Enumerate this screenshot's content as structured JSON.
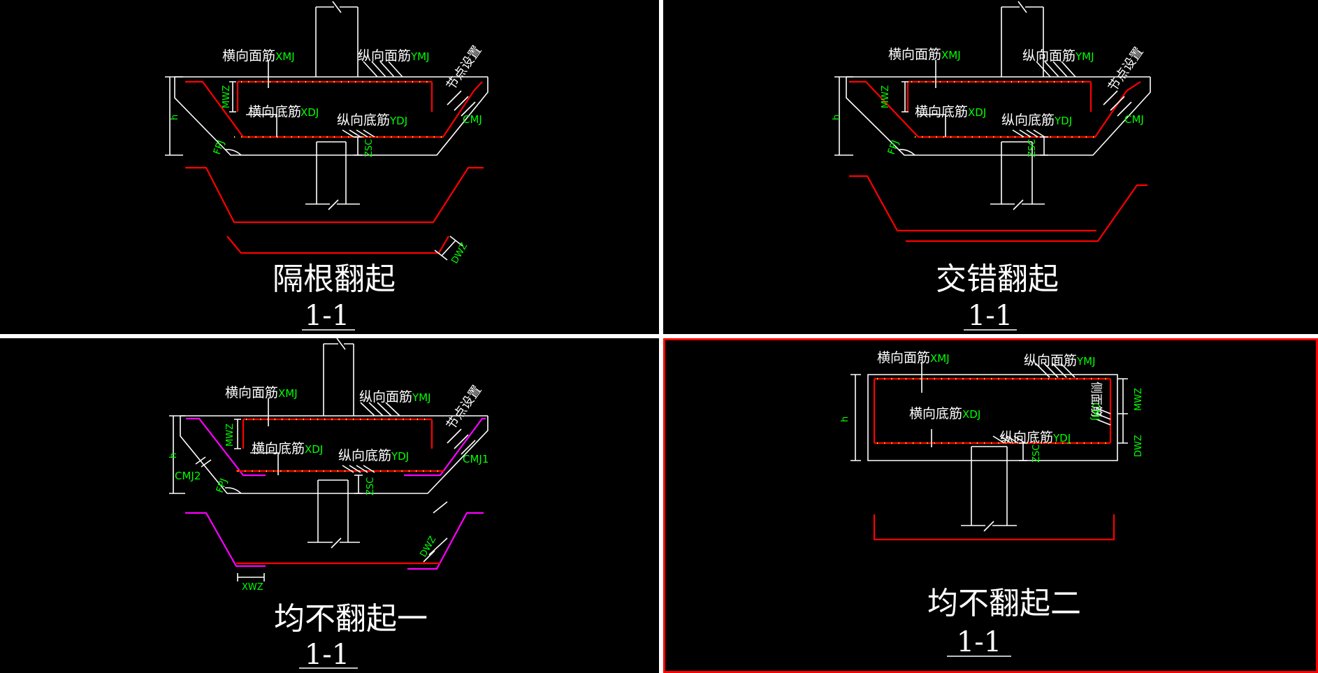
{
  "panels": [
    {
      "title": "隔根翻起",
      "section": "1-1",
      "labels": {
        "xmj_cn": "横向面筋",
        "xmj_code": "XMJ",
        "ymj_cn": "纵向面筋",
        "ymj_code": "YMJ",
        "xdj_cn": "横向底筋",
        "xdj_code": "XDJ",
        "ydj_cn": "纵向底筋",
        "ydj_code": "YDJ",
        "node": "节点设置",
        "cmj": "CMJ",
        "mwz": "MWZ",
        "fpj": "FPJ",
        "zsc": "ZSC",
        "dwz": "DWZ",
        "h": "h"
      }
    },
    {
      "title": "交错翻起",
      "section": "1-1",
      "labels": {
        "xmj_cn": "横向面筋",
        "xmj_code": "XMJ",
        "ymj_cn": "纵向面筋",
        "ymj_code": "YMJ",
        "xdj_cn": "横向底筋",
        "xdj_code": "XDJ",
        "ydj_cn": "纵向底筋",
        "ydj_code": "YDJ",
        "node": "节点设置",
        "cmj": "CMJ",
        "mwz": "MWZ",
        "fpj": "FPJ",
        "zsc": "ZSC",
        "h": "h"
      }
    },
    {
      "title": "均不翻起一",
      "section": "1-1",
      "labels": {
        "xmj_cn": "横向面筋",
        "xmj_code": "XMJ",
        "ymj_cn": "纵向面筋",
        "ymj_code": "YMJ",
        "xdj_cn": "横向底筋",
        "xdj_code": "XDJ",
        "ydj_cn": "纵向底筋",
        "ydj_code": "YDJ",
        "node": "节点设置",
        "cmj1": "CMJ1",
        "cmj2": "CMJ2",
        "mwz": "MWZ",
        "fpj": "FPJ",
        "zsc": "ZSC",
        "dwz": "DWZ",
        "xwz": "XWZ",
        "h": "h"
      }
    },
    {
      "title": "均不翻起二",
      "section": "1-1",
      "labels": {
        "xmj_cn": "横向面筋",
        "xmj_code": "XMJ",
        "ymj_cn": "纵向面筋",
        "ymj_code": "YMJ",
        "xdj_cn": "横向底筋",
        "xdj_code": "XDJ",
        "ydj_cn": "纵向底筋",
        "ydj_code": "YDJ",
        "side_cn": "侧面筋",
        "cmj": "CMJ",
        "mwz": "MWZ",
        "dwz": "DWZ",
        "zsc": "ZSC",
        "h": "h"
      }
    }
  ],
  "colors": {
    "background": "#000000",
    "concrete_line": "#ffffff",
    "rebar": "#ff0000",
    "rebar_alt": "#ff00ff",
    "rebar_dots": "#ffff00",
    "code_text": "#00ff00",
    "selection": "#ff0000"
  }
}
